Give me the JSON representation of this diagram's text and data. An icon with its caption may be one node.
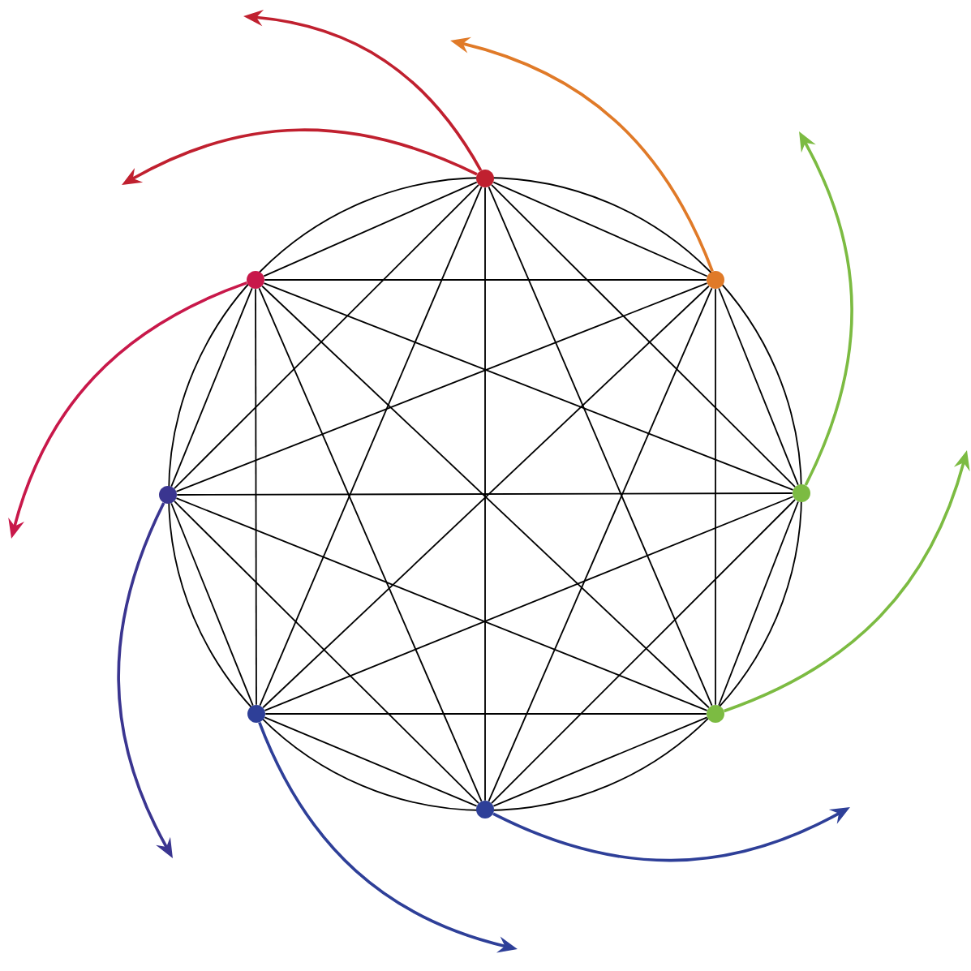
{
  "diagram": {
    "nodes": [
      {
        "text": [],
        "shape": "circle"
      },
      {
        "text": [],
        "shape": "circle"
      },
      {
        "text": [],
        "shape": "circle"
      },
      {
        "text": [],
        "shape": "circle"
      },
      {
        "text": [],
        "shape": "circle"
      },
      {
        "text": [],
        "shape": "circle"
      },
      {
        "text": [],
        "shape": "circle"
      },
      {
        "text": [],
        "shape": "circle"
      }
    ],
    "edges": [
      {
        "from": 0,
        "to": 1,
        "arrow": "none"
      },
      {
        "from": 0,
        "to": 2,
        "arrow": "none"
      },
      {
        "from": 0,
        "to": 3,
        "arrow": "none"
      },
      {
        "from": 0,
        "to": 4,
        "arrow": "none"
      },
      {
        "from": 0,
        "to": 5,
        "arrow": "none"
      },
      {
        "from": 0,
        "to": 6,
        "arrow": "none"
      },
      {
        "from": 0,
        "to": 7,
        "arrow": "none"
      },
      {
        "from": 1,
        "to": 2,
        "arrow": "none"
      },
      {
        "from": 1,
        "to": 3,
        "arrow": "none"
      },
      {
        "from": 1,
        "to": 4,
        "arrow": "none"
      },
      {
        "from": 1,
        "to": 5,
        "arrow": "none"
      },
      {
        "from": 1,
        "to": 6,
        "arrow": "none"
      },
      {
        "from": 1,
        "to": 7,
        "arrow": "none"
      },
      {
        "from": 2,
        "to": 3,
        "arrow": "none"
      },
      {
        "from": 2,
        "to": 4,
        "arrow": "none"
      },
      {
        "from": 2,
        "to": 5,
        "arrow": "none"
      },
      {
        "from": 2,
        "to": 6,
        "arrow": "none"
      },
      {
        "from": 2,
        "to": 7,
        "arrow": "none"
      },
      {
        "from": 3,
        "to": 4,
        "arrow": "none"
      },
      {
        "from": 3,
        "to": 5,
        "arrow": "none"
      },
      {
        "from": 3,
        "to": 6,
        "arrow": "none"
      },
      {
        "from": 3,
        "to": 7,
        "arrow": "none"
      },
      {
        "from": 4,
        "to": 5,
        "arrow": "none"
      },
      {
        "from": 4,
        "to": 6,
        "arrow": "none"
      },
      {
        "from": 4,
        "to": 7,
        "arrow": "none"
      },
      {
        "from": 5,
        "to": 6,
        "arrow": "none"
      },
      {
        "from": 5,
        "to": 7,
        "arrow": "none"
      },
      {
        "from": 6,
        "to": 7,
        "arrow": "none"
      },
      {
        "from": 0,
        "to": null,
        "arrow": "to",
        "style": "thick",
        "color": "#c0202f"
      },
      {
        "from": 0,
        "to": null,
        "arrow": "to",
        "style": "thick",
        "color": "#c0202f"
      },
      {
        "from": 1,
        "to": null,
        "arrow": "to",
        "style": "thick",
        "color": "#e07a28"
      },
      {
        "from": 2,
        "to": null,
        "arrow": "to",
        "style": "thick",
        "color": "#7cbb42"
      },
      {
        "from": 3,
        "to": null,
        "arrow": "to",
        "style": "thick",
        "color": "#7cbb42"
      },
      {
        "from": 4,
        "to": null,
        "arrow": "to",
        "style": "thick",
        "color": "#2e3f98"
      },
      {
        "from": 5,
        "to": null,
        "arrow": "to",
        "style": "thick",
        "color": "#2e3f98"
      },
      {
        "from": 6,
        "to": null,
        "arrow": "to",
        "style": "thick",
        "color": "#3a3590"
      },
      {
        "from": 7,
        "to": null,
        "arrow": "to",
        "style": "thick",
        "color": "#c8184a"
      }
    ]
  }
}
